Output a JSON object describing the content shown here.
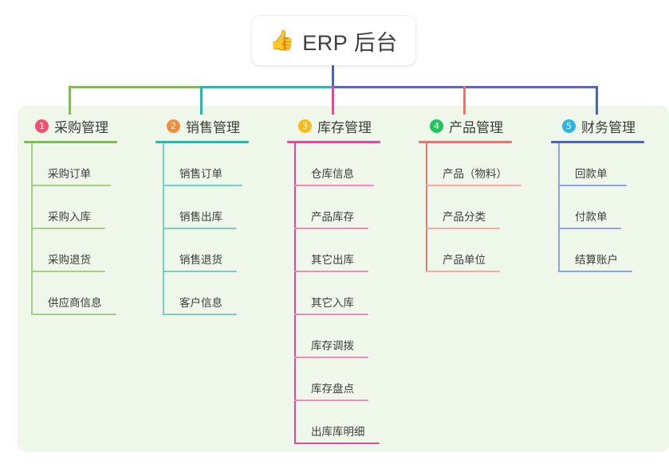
{
  "diagram": {
    "type": "mindmap",
    "root": {
      "icon": "thumbs-up-icon",
      "emoji": "👍",
      "label": "ERP 后台"
    },
    "panel_color": "#eef7ea",
    "branches": [
      {
        "number": "1",
        "badge_glyph": "❶",
        "badge_color": "#f2506e",
        "line_color": "#7cc04a",
        "title": "采购管理",
        "items": [
          "采购订单",
          "采购入库",
          "采购退货",
          "供应商信息"
        ]
      },
      {
        "number": "2",
        "badge_glyph": "❷",
        "badge_color": "#f08d3c",
        "line_color": "#19bfae",
        "title": "销售管理",
        "items": [
          "销售订单",
          "销售出库",
          "销售退货",
          "客户信息"
        ]
      },
      {
        "number": "3",
        "badge_glyph": "❸",
        "badge_color": "#f5bc1c",
        "line_color": "#e8479b",
        "title": "库存管理",
        "items": [
          "仓库信息",
          "产品库存",
          "其它出库",
          "其它入库",
          "库存调拨",
          "库存盘点",
          "出库库明细"
        ]
      },
      {
        "number": "4",
        "badge_glyph": "❹",
        "badge_color": "#22c55e",
        "line_color": "#f2706e",
        "title": "产品管理",
        "items": [
          "产品（物料）",
          "产品分类",
          "产品单位"
        ]
      },
      {
        "number": "5",
        "badge_glyph": "❺",
        "badge_color": "#29b6e8",
        "line_color": "#4a61c8",
        "title": "财务管理",
        "items": [
          "回款单",
          "付款单",
          "结算账户"
        ]
      }
    ],
    "connectors": {
      "trunk_color": "#4a61c8",
      "segments": [
        {
          "name": "segment-green",
          "color": "#7cc04a"
        },
        {
          "name": "segment-teal",
          "color": "#19bfae"
        },
        {
          "name": "segment-blue",
          "color": "#5566cc"
        }
      ]
    }
  }
}
